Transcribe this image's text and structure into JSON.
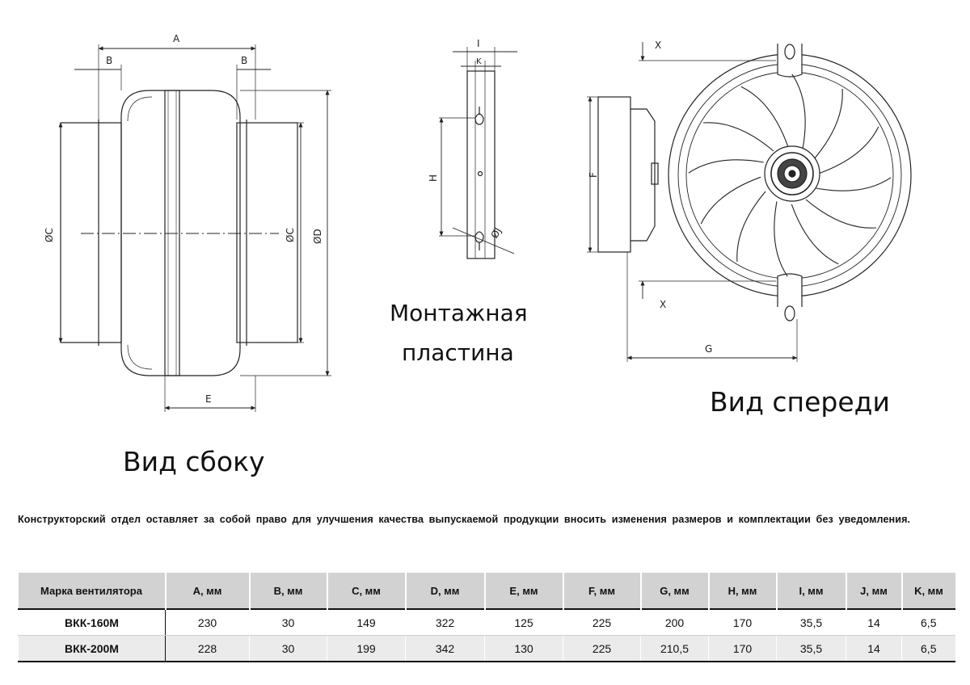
{
  "captions": {
    "side_view": "Вид сбоку",
    "mounting_plate_line1": "Монтажная",
    "mounting_plate_line2": "пластина",
    "front_view": "Вид спереди"
  },
  "dimension_labels": {
    "A": "A",
    "B": "B",
    "C": "ØC",
    "D": "ØD",
    "E": "E",
    "F": "F",
    "G": "G",
    "H": "H",
    "I": "I",
    "J": "ØJ",
    "K": "K",
    "X": "X"
  },
  "notice": "Конструкторский отдел оставляет за собой право для улучшения качества выпускаемой продукции вносить изменения размеров и комплектации без уведомления.",
  "table": {
    "headers": [
      "Марка вентилятора",
      "A, мм",
      "B, мм",
      "C, мм",
      "D, мм",
      "E, мм",
      "F, мм",
      "G, мм",
      "H, мм",
      "I, мм",
      "J, мм",
      "K, мм"
    ],
    "rows": [
      [
        "ВКК-160М",
        "230",
        "30",
        "149",
        "322",
        "125",
        "225",
        "200",
        "170",
        "35,5",
        "14",
        "6,5"
      ],
      [
        "ВКК-200М",
        "228",
        "30",
        "199",
        "342",
        "130",
        "225",
        "210,5",
        "170",
        "35,5",
        "14",
        "6,5"
      ]
    ]
  }
}
